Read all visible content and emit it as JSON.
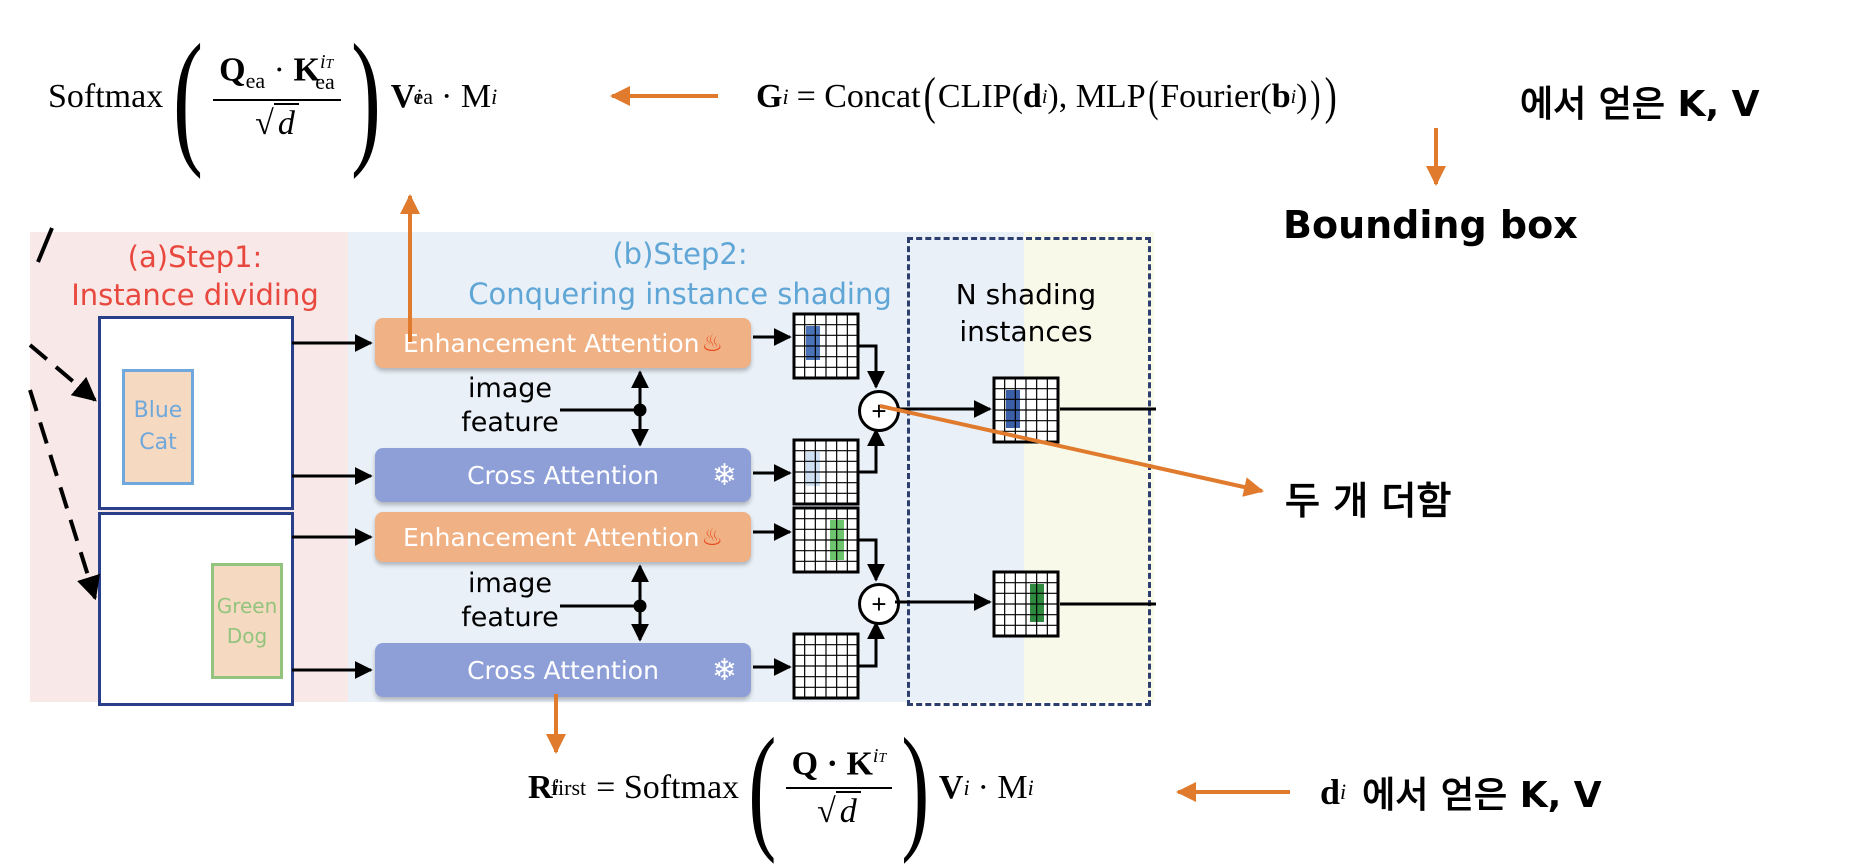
{
  "formulas": {
    "ea_softmax": "Softmax",
    "ea_q": "Q",
    "ea_q_sub": "ea",
    "ea_dot": "·",
    "ea_k": "K",
    "ea_k_sub": "ea",
    "ea_k_sup": "i",
    "ea_k_sup2": "T",
    "ea_sqrt_d": "d",
    "ea_v": "V",
    "ea_v_sup": "i",
    "ea_v_sub": "ea",
    "ea_m": "· M",
    "ea_m_sup": "i",
    "g_lhs": "G",
    "g_sup": "i",
    "g_rhs": "= Concat",
    "g_clip": "CLIP(",
    "g_d": "d",
    "g_d_sup": "i",
    "g_mid": "), MLP",
    "g_fourier": "Fourier(",
    "g_b": "b",
    "g_b_sup": "i",
    "g_close": ")",
    "g_suffix": "에서 얻은 K, V",
    "r_lhs": "R",
    "r_sup": "i",
    "r_sub": "first",
    "r_eq": "= Softmax",
    "r_q": "Q · K",
    "r_k_sup": "i",
    "r_k_sup2": "T",
    "r_sqrt_d": "d",
    "r_v": "V",
    "r_v_sup": "i",
    "r_m": "· M",
    "r_m_sup": "i",
    "d_label": "d",
    "d_sup": "i",
    "d_suffix": "에서 얻은 K, V"
  },
  "annotations": {
    "bounding_box": "Bounding box",
    "sum_two": "두 개 더함"
  },
  "diagram": {
    "step1_title_line1": "(a)Step1:",
    "step1_title_line2": "Instance dividing",
    "step2_title_line1": "(b)Step2:",
    "step2_title_line2": "Conquering instance shading",
    "n_shading_line1": "N shading",
    "n_shading_line2": "instances",
    "blue_cat_line1": "Blue",
    "blue_cat_line2": "Cat",
    "green_dog_line1": "Green",
    "green_dog_line2": "Dog",
    "enhancement_attention": "Enhancement Attention",
    "cross_attention": "Cross Attention",
    "image_feature_line1": "image",
    "image_feature_line2": "feature",
    "plus": "+"
  },
  "colors": {
    "arrow_orange": "#e07b2e",
    "step1_red": "#e8483e",
    "step2_blue": "#5fa6d6",
    "dash_navy": "#2c3e6e",
    "box_navy": "#2a3f8a"
  }
}
